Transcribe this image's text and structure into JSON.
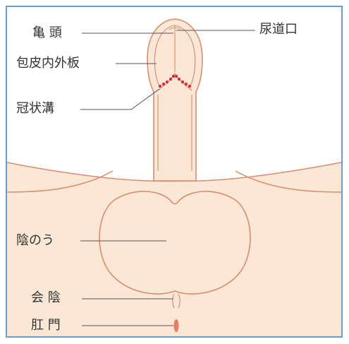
{
  "labels": {
    "glans": "亀 頭",
    "urethral_opening": "尿道口",
    "foreskin": "包皮内外板",
    "coronal_sulcus": "冠状溝",
    "scrotum": "陰のう",
    "perineum": "会 陰",
    "anus": "肛 門"
  },
  "colors": {
    "frame": "#6f9cc6",
    "skin": "#fbe7d6",
    "outline": "#d98c6e",
    "leader_line": "#555555",
    "sulcus_dots": "#d0313c",
    "anus": "#e47d64",
    "label_text": "#333333"
  }
}
